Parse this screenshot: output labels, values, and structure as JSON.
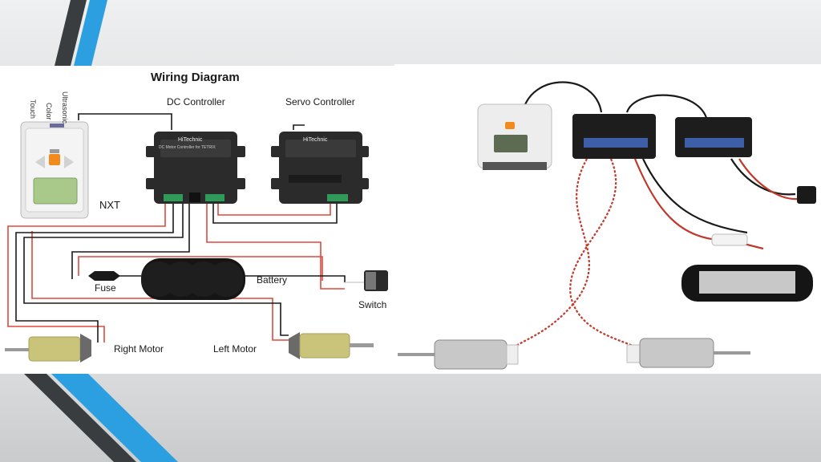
{
  "diagram": {
    "title": "Wiring Diagram",
    "labels": {
      "dc_controller": "DC Controller",
      "servo_controller": "Servo Controller",
      "nxt": "NXT",
      "fuse": "Fuse",
      "battery": "Battery",
      "switch": "Switch",
      "right_motor": "Right Motor",
      "left_motor": "Left Motor"
    },
    "sensor_ports": [
      "Touch",
      "Color",
      "Ultrasonic"
    ],
    "controller_brand": "HiTechnic",
    "dc_controller_caption": "DC Motor Controller for TETRIX"
  },
  "colors": {
    "accent_blue": "#2b9fe0",
    "accent_dark": "#3a3d40",
    "wire_red": "#e0493a",
    "wire_black": "#1a1a1a",
    "controller_body": "#2b2b2b",
    "motor_brass": "#c9c47a"
  },
  "icons": {
    "nxt_brick": "nxt-brick-icon",
    "battery_pack": "battery-pack-icon",
    "fuse": "fuse-icon",
    "rocker_switch": "rocker-switch-icon",
    "motor": "motor-icon"
  }
}
